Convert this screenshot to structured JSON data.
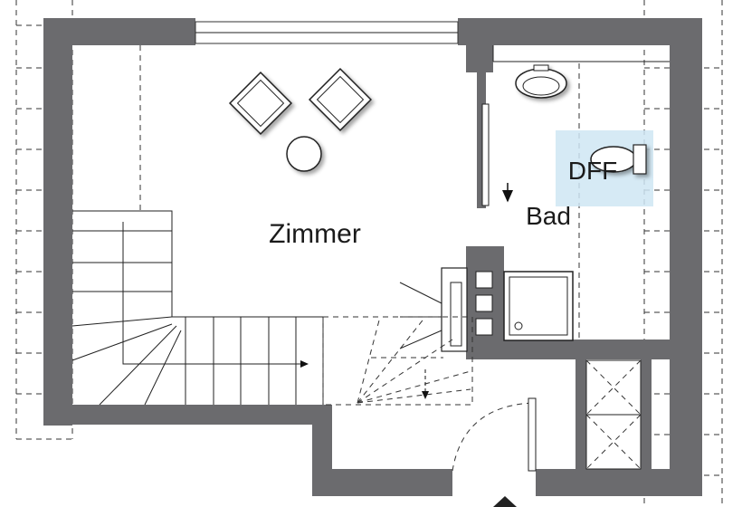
{
  "rooms": {
    "zimmer": "Zimmer",
    "bad": "Bad",
    "dff": "DFF"
  },
  "colors": {
    "wall": "#6b6b6e",
    "dff_highlight": "#cfe6f3",
    "line": "#222222"
  }
}
